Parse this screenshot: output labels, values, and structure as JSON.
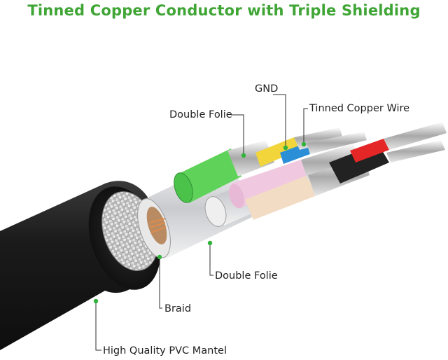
{
  "title": "Tinned Copper Conductor with Triple Shielding",
  "colors": {
    "title": "#3fa535",
    "callout_dot": "#2fb33a",
    "callout_line": "#2e2e2e",
    "mantle": "#1f1f1f",
    "braid": "#c8c8c8",
    "foil": "#d9dbde",
    "core_green": "#5fd25a",
    "core_yellow": "#f1d53a",
    "core_blue": "#2b8fd8",
    "core_red": "#e52626",
    "core_black": "#222222",
    "core_pink": "#f0c9e0",
    "core_white": "#f0f0f0",
    "copper": "#d07a3a"
  },
  "labels": {
    "gnd": "GND",
    "double_folie_top": "Double Folie",
    "tinned_copper_wire": "Tinned Copper Wire",
    "double_folie_bottom": "Double Folie",
    "braid": "Braid",
    "pvc_mantel": "High Quality PVC Mantel"
  }
}
